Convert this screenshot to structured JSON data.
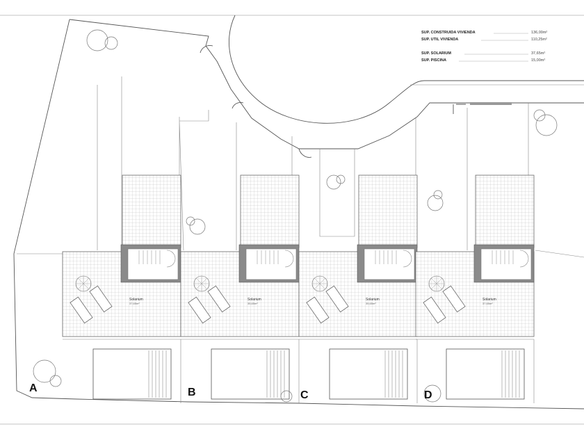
{
  "legend": [
    {
      "label": "SUP. CONSTRUIDA VIVIENDA",
      "value": "136,00m²"
    },
    {
      "label": "SUP. UTIL VIVIENDA",
      "value": "110,25m²"
    },
    {
      "label": "SUP. SOLARIUM",
      "value": "37,65m²"
    },
    {
      "label": "SUP. PISCINA",
      "value": "15,00m²"
    }
  ],
  "units": [
    {
      "label": "A",
      "solarium_label": "Solarium",
      "solarium_area": "37,65m²"
    },
    {
      "label": "B",
      "solarium_label": "Solarium",
      "solarium_area": "35,65m²"
    },
    {
      "label": "C",
      "solarium_label": "Solarium",
      "solarium_area": "35,65m²"
    },
    {
      "label": "D",
      "solarium_label": "Solarium",
      "solarium_area": "37,65m²"
    }
  ]
}
